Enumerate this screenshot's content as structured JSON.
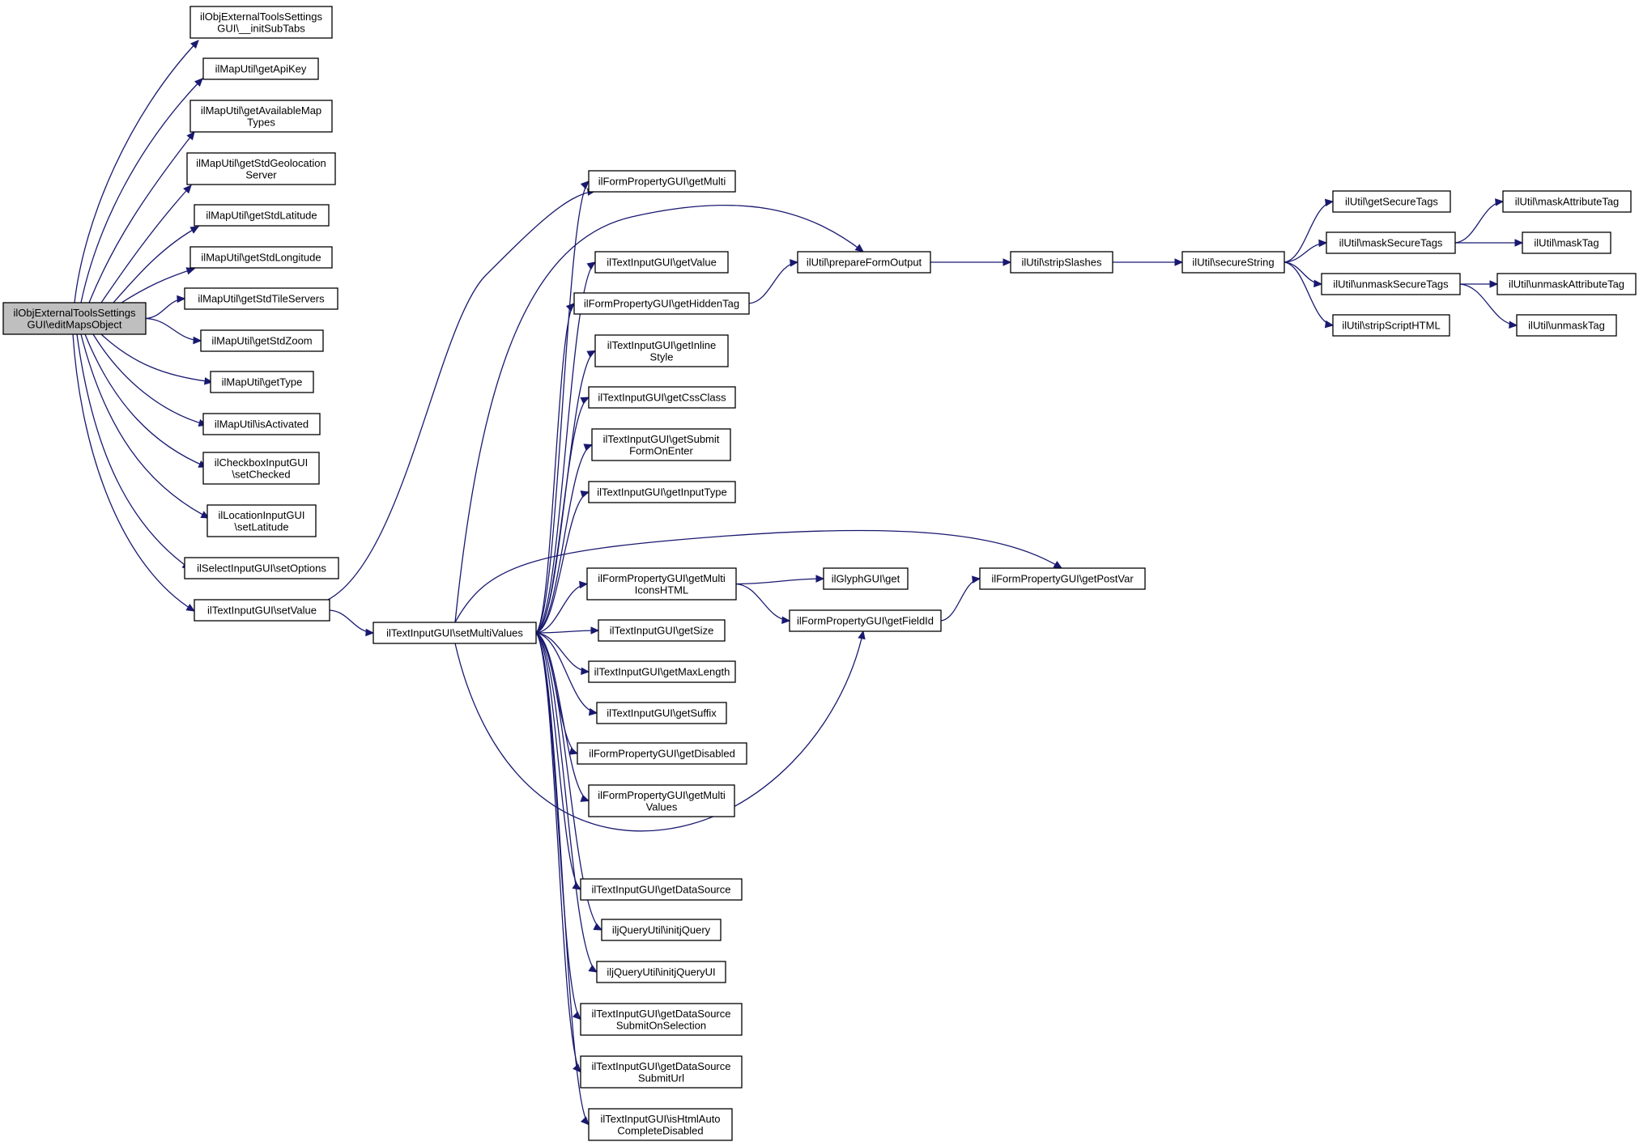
{
  "diagram": {
    "nodes": [
      {
        "id": "root",
        "lines": [
          "ilObjExternalToolsSettings",
          "GUI\\editMapsObject"
        ],
        "root": true
      },
      {
        "id": "initSubTabs",
        "lines": [
          "ilObjExternalToolsSettings",
          "GUI\\__initSubTabs"
        ]
      },
      {
        "id": "getApiKey",
        "lines": [
          "ilMapUtil\\getApiKey"
        ]
      },
      {
        "id": "getAvailableMapTypes",
        "lines": [
          "ilMapUtil\\getAvailableMap",
          "Types"
        ]
      },
      {
        "id": "getStdGeolocationServer",
        "lines": [
          "ilMapUtil\\getStdGeolocation",
          "Server"
        ]
      },
      {
        "id": "getStdLatitude",
        "lines": [
          "ilMapUtil\\getStdLatitude"
        ]
      },
      {
        "id": "getStdLongitude",
        "lines": [
          "ilMapUtil\\getStdLongitude"
        ]
      },
      {
        "id": "getStdTileServers",
        "lines": [
          "ilMapUtil\\getStdTileServers"
        ]
      },
      {
        "id": "getStdZoom",
        "lines": [
          "ilMapUtil\\getStdZoom"
        ]
      },
      {
        "id": "getType",
        "lines": [
          "ilMapUtil\\getType"
        ]
      },
      {
        "id": "isActivated",
        "lines": [
          "ilMapUtil\\isActivated"
        ]
      },
      {
        "id": "setChecked",
        "lines": [
          "ilCheckboxInputGUI",
          "\\setChecked"
        ]
      },
      {
        "id": "setLatitude",
        "lines": [
          "ilLocationInputGUI",
          "\\setLatitude"
        ]
      },
      {
        "id": "setOptions",
        "lines": [
          "ilSelectInputGUI\\setOptions"
        ]
      },
      {
        "id": "setValue",
        "lines": [
          "ilTextInputGUI\\setValue"
        ]
      },
      {
        "id": "setMultiValues",
        "lines": [
          "ilTextInputGUI\\setMultiValues"
        ]
      },
      {
        "id": "getMulti",
        "lines": [
          "ilFormPropertyGUI\\getMulti"
        ]
      },
      {
        "id": "getValue",
        "lines": [
          "ilTextInputGUI\\getValue"
        ]
      },
      {
        "id": "getHiddenTag",
        "lines": [
          "ilFormPropertyGUI\\getHiddenTag"
        ]
      },
      {
        "id": "getInlineStyle",
        "lines": [
          "ilTextInputGUI\\getInline",
          "Style"
        ]
      },
      {
        "id": "getCssClass",
        "lines": [
          "ilTextInputGUI\\getCssClass"
        ]
      },
      {
        "id": "getSubmitFormOnEnter",
        "lines": [
          "ilTextInputGUI\\getSubmit",
          "FormOnEnter"
        ]
      },
      {
        "id": "getInputType",
        "lines": [
          "ilTextInputGUI\\getInputType"
        ]
      },
      {
        "id": "getMultiIconsHTML",
        "lines": [
          "ilFormPropertyGUI\\getMulti",
          "IconsHTML"
        ]
      },
      {
        "id": "getSize",
        "lines": [
          "ilTextInputGUI\\getSize"
        ]
      },
      {
        "id": "getMaxLength",
        "lines": [
          "ilTextInputGUI\\getMaxLength"
        ]
      },
      {
        "id": "getSuffix",
        "lines": [
          "ilTextInputGUI\\getSuffix"
        ]
      },
      {
        "id": "getDisabled",
        "lines": [
          "ilFormPropertyGUI\\getDisabled"
        ]
      },
      {
        "id": "getMultiValues",
        "lines": [
          "ilFormPropertyGUI\\getMulti",
          "Values"
        ]
      },
      {
        "id": "getDataSource",
        "lines": [
          "ilTextInputGUI\\getDataSource"
        ]
      },
      {
        "id": "initjQuery",
        "lines": [
          "iljQueryUtil\\initjQuery"
        ]
      },
      {
        "id": "initjQueryUI",
        "lines": [
          "iljQueryUtil\\initjQueryUI"
        ]
      },
      {
        "id": "getDataSourceSubmitOnSelection",
        "lines": [
          "ilTextInputGUI\\getDataSource",
          "SubmitOnSelection"
        ]
      },
      {
        "id": "getDataSourceSubmitUrl",
        "lines": [
          "ilTextInputGUI\\getDataSource",
          "SubmitUrl"
        ]
      },
      {
        "id": "isHtmlAutoCompleteDisabled",
        "lines": [
          "ilTextInputGUI\\isHtmlAuto",
          "CompleteDisabled"
        ]
      },
      {
        "id": "prepareFormOutput",
        "lines": [
          "ilUtil\\prepareFormOutput"
        ]
      },
      {
        "id": "stripSlashes",
        "lines": [
          "ilUtil\\stripSlashes"
        ]
      },
      {
        "id": "secureString",
        "lines": [
          "ilUtil\\secureString"
        ]
      },
      {
        "id": "getSecureTags",
        "lines": [
          "ilUtil\\getSecureTags"
        ]
      },
      {
        "id": "maskSecureTags",
        "lines": [
          "ilUtil\\maskSecureTags"
        ]
      },
      {
        "id": "unmaskSecureTags",
        "lines": [
          "ilUtil\\unmaskSecureTags"
        ]
      },
      {
        "id": "stripScriptHTML",
        "lines": [
          "ilUtil\\stripScriptHTML"
        ]
      },
      {
        "id": "maskAttributeTag",
        "lines": [
          "ilUtil\\maskAttributeTag"
        ]
      },
      {
        "id": "maskTag",
        "lines": [
          "ilUtil\\maskTag"
        ]
      },
      {
        "id": "unmaskAttributeTag",
        "lines": [
          "ilUtil\\unmaskAttributeTag"
        ]
      },
      {
        "id": "unmaskTag",
        "lines": [
          "ilUtil\\unmaskTag"
        ]
      },
      {
        "id": "glyphGet",
        "lines": [
          "ilGlyphGUI\\get"
        ]
      },
      {
        "id": "getPostVar",
        "lines": [
          "ilFormPropertyGUI\\getPostVar"
        ]
      },
      {
        "id": "getFieldId",
        "lines": [
          "ilFormPropertyGUI\\getFieldId"
        ]
      }
    ],
    "edges": [
      [
        "root",
        "initSubTabs"
      ],
      [
        "root",
        "getApiKey"
      ],
      [
        "root",
        "getAvailableMapTypes"
      ],
      [
        "root",
        "getStdGeolocationServer"
      ],
      [
        "root",
        "getStdLatitude"
      ],
      [
        "root",
        "getStdLongitude"
      ],
      [
        "root",
        "getStdTileServers"
      ],
      [
        "root",
        "getStdZoom"
      ],
      [
        "root",
        "getType"
      ],
      [
        "root",
        "isActivated"
      ],
      [
        "root",
        "setChecked"
      ],
      [
        "root",
        "setLatitude"
      ],
      [
        "root",
        "setOptions"
      ],
      [
        "root",
        "setValue"
      ],
      [
        "setValue",
        "getMulti"
      ],
      [
        "setValue",
        "setMultiValues"
      ],
      [
        "setMultiValues",
        "getMulti"
      ],
      [
        "setMultiValues",
        "prepareFormOutput"
      ],
      [
        "setMultiValues",
        "getValue"
      ],
      [
        "setMultiValues",
        "getHiddenTag"
      ],
      [
        "setMultiValues",
        "getInlineStyle"
      ],
      [
        "setMultiValues",
        "getCssClass"
      ],
      [
        "setMultiValues",
        "getSubmitFormOnEnter"
      ],
      [
        "setMultiValues",
        "getInputType"
      ],
      [
        "setMultiValues",
        "getPostVar"
      ],
      [
        "setMultiValues",
        "getMultiIconsHTML"
      ],
      [
        "setMultiValues",
        "getSize"
      ],
      [
        "setMultiValues",
        "getMaxLength"
      ],
      [
        "setMultiValues",
        "getSuffix"
      ],
      [
        "setMultiValues",
        "getDisabled"
      ],
      [
        "setMultiValues",
        "getMultiValues"
      ],
      [
        "setMultiValues",
        "getFieldId"
      ],
      [
        "setMultiValues",
        "getDataSource"
      ],
      [
        "setMultiValues",
        "initjQuery"
      ],
      [
        "setMultiValues",
        "initjQueryUI"
      ],
      [
        "setMultiValues",
        "getDataSourceSubmitOnSelection"
      ],
      [
        "setMultiValues",
        "getDataSourceSubmitUrl"
      ],
      [
        "setMultiValues",
        "isHtmlAutoCompleteDisabled"
      ],
      [
        "getHiddenTag",
        "prepareFormOutput"
      ],
      [
        "prepareFormOutput",
        "stripSlashes"
      ],
      [
        "stripSlashes",
        "secureString"
      ],
      [
        "secureString",
        "getSecureTags"
      ],
      [
        "secureString",
        "maskSecureTags"
      ],
      [
        "secureString",
        "unmaskSecureTags"
      ],
      [
        "secureString",
        "stripScriptHTML"
      ],
      [
        "maskSecureTags",
        "maskAttributeTag"
      ],
      [
        "maskSecureTags",
        "maskTag"
      ],
      [
        "unmaskSecureTags",
        "unmaskAttributeTag"
      ],
      [
        "unmaskSecureTags",
        "unmaskTag"
      ],
      [
        "getMultiIconsHTML",
        "glyphGet"
      ],
      [
        "getMultiIconsHTML",
        "getFieldId"
      ],
      [
        "getFieldId",
        "getPostVar"
      ]
    ]
  }
}
